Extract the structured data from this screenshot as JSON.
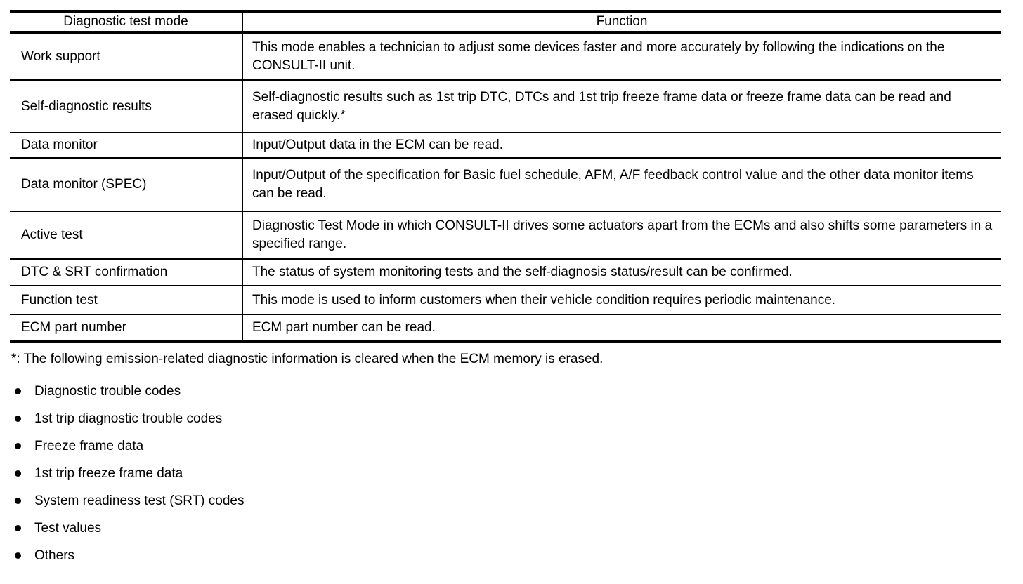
{
  "table": {
    "headers": {
      "mode": "Diagnostic test mode",
      "function": "Function"
    },
    "rows": [
      {
        "mode": "Work support",
        "function": "This mode enables a technician to adjust some devices faster and more accurately by following the indications on the CONSULT-II unit."
      },
      {
        "mode": "Self-diagnostic results",
        "function": "Self-diagnostic results such as 1st trip DTC, DTCs and 1st trip freeze frame data or freeze frame data can be read and erased quickly.*"
      },
      {
        "mode": "Data monitor",
        "function": "Input/Output data in the ECM can be read."
      },
      {
        "mode": "Data monitor (SPEC)",
        "function": "Input/Output of the specification for Basic fuel schedule, AFM, A/F feedback control value and the other data monitor items can be read."
      },
      {
        "mode": "Active test",
        "function": "Diagnostic Test Mode in which CONSULT-II drives some actuators apart from the ECMs and also shifts some parameters in a specified range."
      },
      {
        "mode": "DTC & SRT confirmation",
        "function": "The status of system monitoring tests and the self-diagnosis status/result can be confirmed."
      },
      {
        "mode": "Function test",
        "function": "This mode is used to inform customers when their vehicle condition requires periodic maintenance."
      },
      {
        "mode": "ECM part number",
        "function": "ECM part number can be read."
      }
    ]
  },
  "footnote": "*: The following emission-related diagnostic information is cleared when the ECM memory is erased.",
  "bullets": [
    "Diagnostic trouble codes",
    "1st trip diagnostic trouble codes",
    "Freeze frame data",
    "1st trip freeze frame data",
    "System readiness test (SRT) codes",
    "Test values",
    "Others"
  ],
  "colors": {
    "text": "#000000",
    "background": "#ffffff",
    "border": "#000000"
  }
}
